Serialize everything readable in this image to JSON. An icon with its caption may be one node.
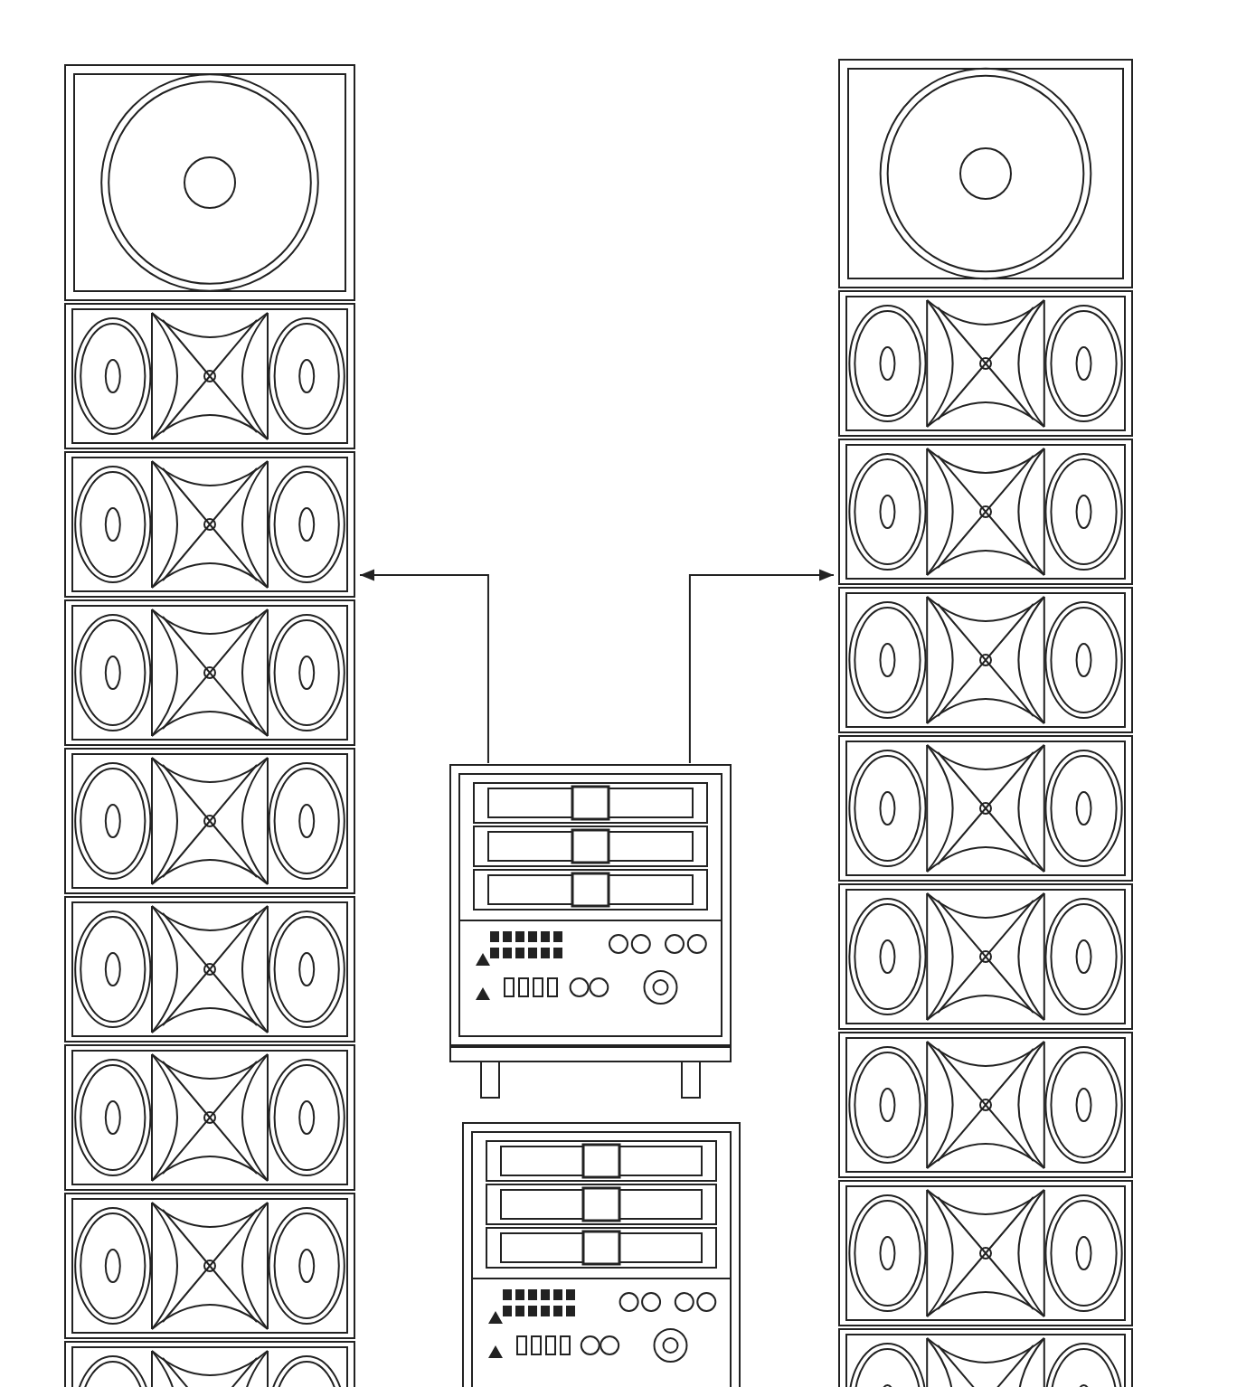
{
  "diagram": {
    "nodes": [
      {
        "text": [],
        "shape": "picture"
      },
      {
        "text": [],
        "shape": "picture"
      },
      {
        "text": [],
        "shape": "picture"
      },
      {
        "text": [],
        "shape": "picture"
      }
    ],
    "edges": [
      {
        "from": 1,
        "to": 0,
        "arrow": "to"
      },
      {
        "from": 1,
        "to": 3,
        "arrow": "to"
      }
    ]
  }
}
